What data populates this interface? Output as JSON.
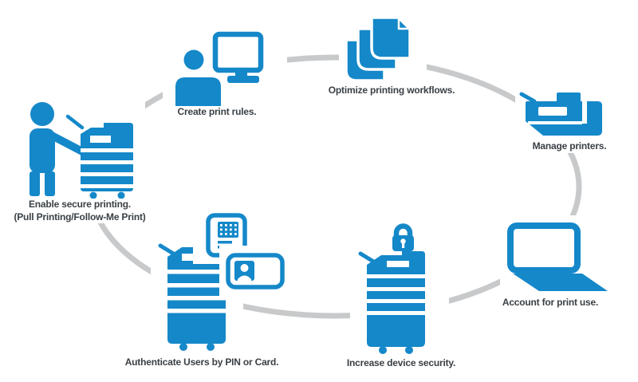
{
  "colors": {
    "accent": "#1588C9",
    "ring": "#C8C9CA",
    "label": "#3A4045",
    "bg": "#FFFFFF"
  },
  "diagram": {
    "type": "cycle",
    "description": "Secure printing workflow cycle",
    "nodes": [
      {
        "label": "Enable secure printing.",
        "sublabel": "(Pull Printing/Follow-Me Print)",
        "icon": "person-with-mfp-printer-icon"
      },
      {
        "label": "Create print rules.",
        "icon": "person-at-computer-icon"
      },
      {
        "label": "Optimize printing workflows.",
        "icon": "stacked-documents-icon"
      },
      {
        "label": "Manage printers.",
        "icon": "desktop-printer-icon"
      },
      {
        "label": "Account for print use.",
        "icon": "laptop-icon"
      },
      {
        "label": "Increase device security.",
        "icon": "mfp-printer-with-padlock-icon"
      },
      {
        "label": "Authenticate Users by PIN or Card.",
        "icon": "mfp-printer-with-pinpad-and-id-card-icon"
      }
    ]
  }
}
